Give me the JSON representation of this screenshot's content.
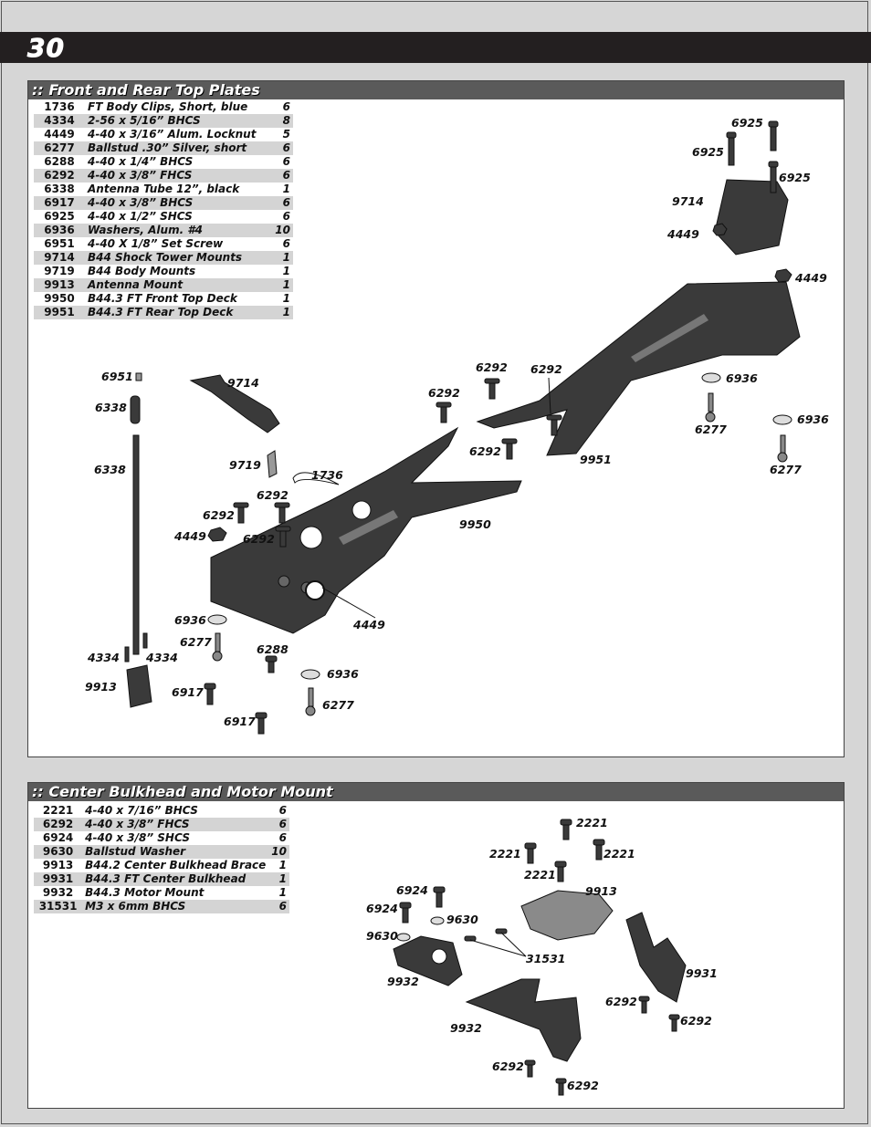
{
  "page_number": "30",
  "section1": {
    "title": ":: Front and Rear Top Plates",
    "parts": [
      {
        "no": "1736",
        "desc": "FT Body Clips, Short, blue",
        "qty": "6"
      },
      {
        "no": "4334",
        "desc": "2-56 x 5/16” BHCS",
        "qty": "8"
      },
      {
        "no": "4449",
        "desc": "4-40 x 3/16” Alum. Locknut",
        "qty": "5"
      },
      {
        "no": "6277",
        "desc": "Ballstud .30” Silver, short",
        "qty": "6"
      },
      {
        "no": "6288",
        "desc": "4-40 x 1/4” BHCS",
        "qty": "6"
      },
      {
        "no": "6292",
        "desc": "4-40 x 3/8” FHCS",
        "qty": "6"
      },
      {
        "no": "6338",
        "desc": "Antenna Tube 12”, black",
        "qty": "1"
      },
      {
        "no": "6917",
        "desc": "4-40 x 3/8” BHCS",
        "qty": "6"
      },
      {
        "no": "6925",
        "desc": "4-40 x 1/2” SHCS",
        "qty": "6"
      },
      {
        "no": "6936",
        "desc": "Washers, Alum. #4",
        "qty": "10"
      },
      {
        "no": "6951",
        "desc": "4-40 X 1/8” Set Screw",
        "qty": "6"
      },
      {
        "no": "9714",
        "desc": "B44 Shock Tower Mounts",
        "qty": "1"
      },
      {
        "no": "9719",
        "desc": "B44 Body Mounts",
        "qty": "1"
      },
      {
        "no": "9913",
        "desc": "Antenna Mount",
        "qty": "1"
      },
      {
        "no": "9950",
        "desc": "B44.3 FT Front Top Deck",
        "qty": "1"
      },
      {
        "no": "9951",
        "desc": "B44.3 FT Rear Top Deck",
        "qty": "1"
      }
    ],
    "labels": [
      "6925",
      "6925",
      "6925",
      "9714",
      "4449",
      "4449",
      "6292",
      "6292",
      "6292",
      "6292",
      "6936",
      "6277",
      "6936",
      "6277",
      "9951",
      "6951",
      "9714",
      "6338",
      "6338",
      "9719",
      "1736",
      "6292",
      "6292",
      "4449",
      "6292",
      "9950",
      "4449",
      "6936",
      "6277",
      "6288",
      "4334",
      "4334",
      "9913",
      "6917",
      "6917",
      "6936",
      "6277"
    ]
  },
  "section2": {
    "title": ":: Center Bulkhead and Motor Mount",
    "parts": [
      {
        "no": "2221",
        "desc": "4-40 x 7/16” BHCS",
        "qty": "6"
      },
      {
        "no": "6292",
        "desc": "4-40 x 3/8” FHCS",
        "qty": "6"
      },
      {
        "no": "6924",
        "desc": "4-40 x 3/8” SHCS",
        "qty": "6"
      },
      {
        "no": "9630",
        "desc": "Ballstud Washer",
        "qty": "10"
      },
      {
        "no": "9913",
        "desc": "B44.2 Center Bulkhead Brace",
        "qty": "1"
      },
      {
        "no": "9931",
        "desc": "B44.3 FT Center Bulkhead",
        "qty": "1"
      },
      {
        "no": "9932",
        "desc": "B44.3 Motor Mount",
        "qty": "1"
      },
      {
        "no": "31531",
        "desc": "M3 x 6mm BHCS",
        "qty": "6"
      }
    ],
    "labels": [
      "2221",
      "2221",
      "2221",
      "2221",
      "9913",
      "6924",
      "6924",
      "9630",
      "9630",
      "31531",
      "9932",
      "9931",
      "9932",
      "6292",
      "6292",
      "6292",
      "6292"
    ]
  }
}
